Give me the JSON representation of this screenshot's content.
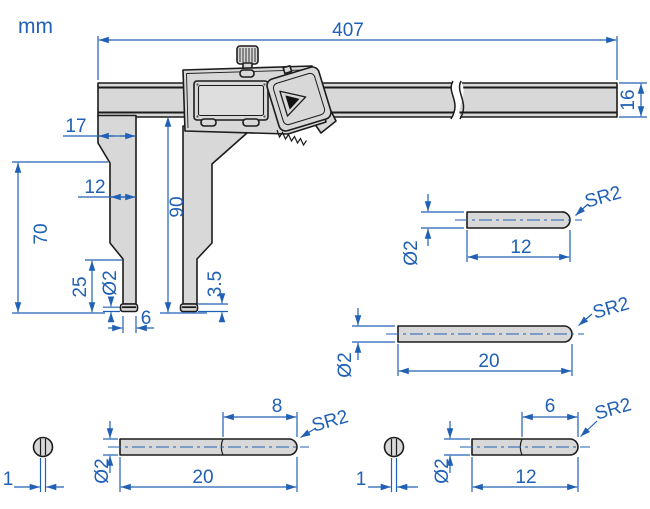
{
  "unit_label": "mm",
  "colors": {
    "dimension_blue": "#2060b5",
    "outline": "#1c1c1c",
    "body_fill": "#d8d8d8"
  },
  "caliper": {
    "beam_length": "407",
    "beam_height": "16",
    "upper_jaw_width": "17",
    "jaw_width": "12",
    "jaw_depth": "90",
    "lower_jaw_depth": "70",
    "tip_section_length": "25",
    "tip_pin_diameter": "Ø2",
    "tip_pin_offset": "3.5",
    "tip_pin_length": "6"
  },
  "points": {
    "pin12": {
      "diameter": "Ø2",
      "length": "12",
      "radius": "SR2"
    },
    "pin20": {
      "diameter": "Ø2",
      "length": "20",
      "radius": "SR2"
    },
    "pin20_stepped": {
      "flat": "1",
      "diameter": "Ø2",
      "step_length": "8",
      "length": "20",
      "radius": "SR2"
    },
    "pin12_stepped": {
      "flat": "1",
      "diameter": "Ø2",
      "step_length": "6",
      "length": "12",
      "radius": "SR2"
    }
  }
}
